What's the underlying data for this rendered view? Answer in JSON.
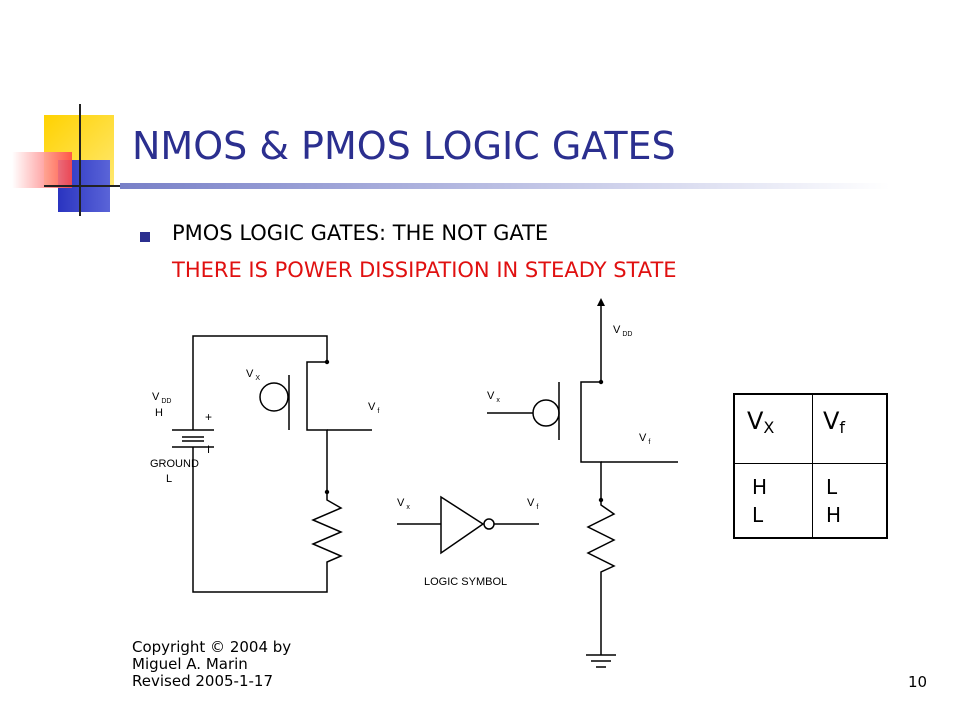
{
  "title": "NMOS & PMOS LOGIC GATES",
  "bullet": "PMOS LOGIC GATES:  THE  NOT  GATE",
  "subtitle_red": "THERE IS POWER DISSIPATION IN STEADY STATE",
  "diagram": {
    "left_circuit": {
      "vx": "V",
      "vx_sub": "X",
      "vdd": "V",
      "vdd_sub": "DD",
      "vdd_h": "H",
      "plus": "+",
      "minus": "I",
      "ground": "GROUND",
      "ground_l": "L",
      "vf": "V",
      "vf_sub": "f"
    },
    "logic_symbol": {
      "vx": "V",
      "vx_sub": "x",
      "vf": "V",
      "vf_sub": "f",
      "caption": "LOGIC SYMBOL"
    },
    "right_circuit": {
      "vdd": "V",
      "vdd_sub": "DD",
      "vx": "V",
      "vx_sub": "x",
      "vf": "V",
      "vf_sub": "f"
    }
  },
  "truth_table": {
    "headers": [
      {
        "main": "V",
        "sub": "X"
      },
      {
        "main": "V",
        "sub": "f"
      }
    ],
    "rows": [
      [
        "H",
        "L"
      ],
      [
        "L",
        "H"
      ]
    ]
  },
  "footer": {
    "copyright_lines": [
      "Copyright © 2004 by",
      "Miguel A. Marin",
      "Revised 2005-1-17"
    ],
    "page_number": "10"
  },
  "colors": {
    "title": "#2B2F8F",
    "warning": "#E01010",
    "deco_yellow": "#FFD200",
    "deco_blue": "#3A44C8",
    "deco_red": "#FF5050"
  }
}
